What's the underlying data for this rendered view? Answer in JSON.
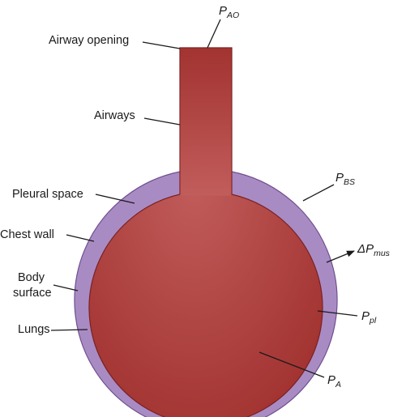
{
  "colors": {
    "body_wall": "#a98bc4",
    "body_wall_stroke": "#6f4f8e",
    "lung_light": "#c15d5b",
    "lung_dark": "#a23331",
    "lung_stroke": "#7a2222",
    "text": "#1a1a1a"
  },
  "labels": {
    "airway_opening": "Airway opening",
    "airways": "Airways",
    "pleural_space": "Pleural space",
    "chest_wall": "Chest wall",
    "body_surface_line1": "Body",
    "body_surface_line2": "surface",
    "lungs": "Lungs"
  },
  "pressures": {
    "p_ao": {
      "base": "P",
      "sub": "AO"
    },
    "p_bs": {
      "base": "P",
      "sub": "BS"
    },
    "delta_p_mus": {
      "base": "ΔP",
      "sub": "mus"
    },
    "p_pl": {
      "base": "P",
      "sub": "pl"
    },
    "p_a": {
      "base": "P",
      "sub": "A"
    }
  }
}
